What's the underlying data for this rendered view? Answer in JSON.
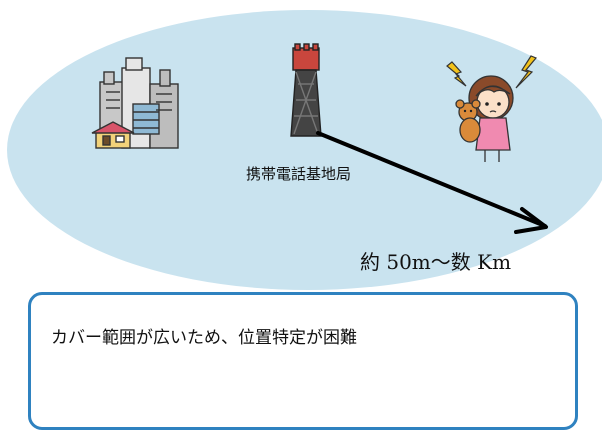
{
  "colors": {
    "coverage_fill": "#c9e3ef",
    "box_border": "#2f82c0",
    "arrow": "#000000"
  },
  "diagram": {
    "station_label": "携帯電話基地局",
    "range_label": "約 50m～数 Km",
    "note_text": "カバー範囲が広いため、位置特定が困難"
  },
  "icons": {
    "buildings": "buildings-icon",
    "tower": "cell-tower-icon",
    "girl": "girl-with-teddy-bear-icon",
    "signal_left": "lightning-signal-icon",
    "signal_right": "lightning-signal-icon"
  }
}
